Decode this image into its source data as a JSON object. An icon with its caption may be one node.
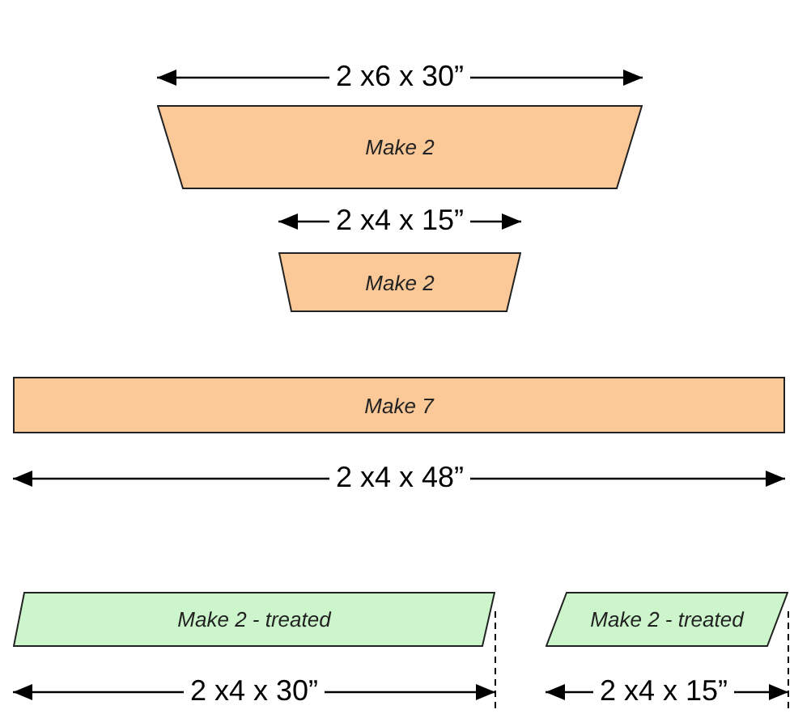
{
  "diagram": {
    "nodes": [
      {
        "text": [
          "Make 2"
        ]
      },
      {
        "text": [
          "Make 2"
        ]
      },
      {
        "text": [
          "Make 7"
        ]
      },
      {
        "text": [
          "Make 2 - treated"
        ]
      },
      {
        "text": [
          "Make 2 - treated"
        ]
      }
    ],
    "labels": [
      "2 x6 x 30”",
      "2 x4 x 15”",
      "2 x4 x 48”",
      "2 x4 x 30”",
      "2 x4 x 15”"
    ]
  }
}
